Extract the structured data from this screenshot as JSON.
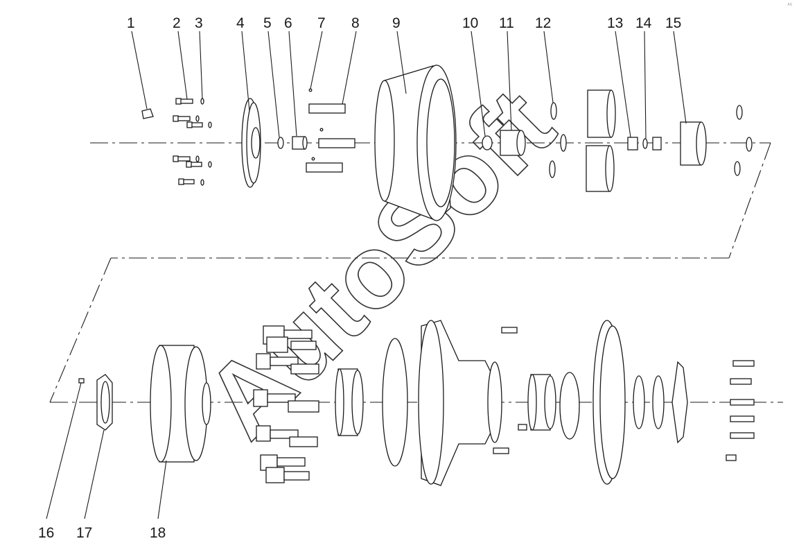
{
  "callouts_top": [
    "1",
    "2",
    "3",
    "4",
    "5",
    "6",
    "7",
    "8",
    "9",
    "10",
    "11",
    "12",
    "13",
    "14",
    "15"
  ],
  "callouts_bottom": [
    "16",
    "17",
    "18"
  ],
  "watermark": "AutoSoft",
  "corner_mark": "AS"
}
